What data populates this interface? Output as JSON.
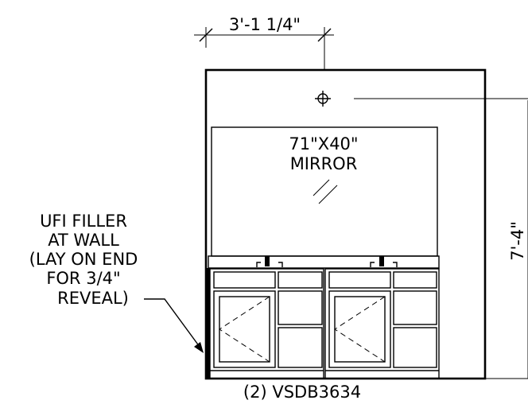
{
  "dimensions": {
    "top_width": "3'-1 1/4\"",
    "height": "7'-4\""
  },
  "mirror": {
    "size": "71\"X40\"",
    "label": "MIRROR"
  },
  "filler_note": {
    "line1": "UFI FILLER",
    "line2": "AT WALL",
    "line3": "(LAY ON END",
    "line4": "FOR 3/4\"",
    "line5": "REVEAL)"
  },
  "caption": "(2) VSDB3634",
  "icons": [
    "light-fixture-icon"
  ]
}
